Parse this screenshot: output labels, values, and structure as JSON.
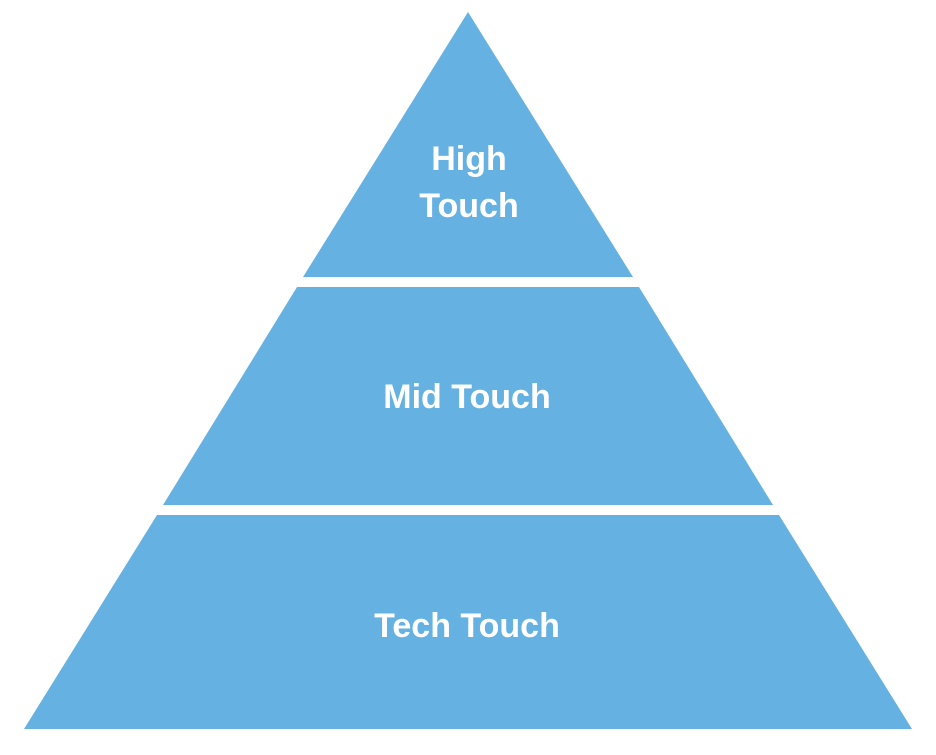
{
  "diagram": {
    "type": "pyramid",
    "fill_color": "#65b2e2",
    "text_color": "#ffffff",
    "tiers": [
      {
        "line1": "High",
        "line2": "Touch"
      },
      {
        "label": "Mid Touch"
      },
      {
        "label": "Tech Touch"
      }
    ]
  }
}
